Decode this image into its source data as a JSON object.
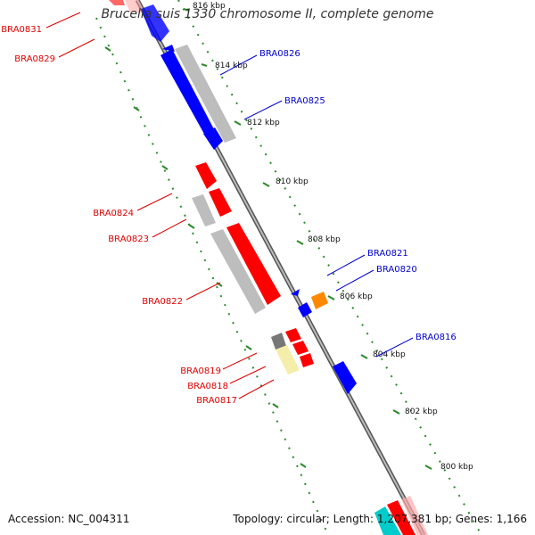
{
  "title": "Brucella suis 1330 chromosome II, complete genome",
  "accession": "Accession: NC_004311",
  "topology": "Topology: circular; Length: 1,207,381 bp; Genes: 1,166",
  "ticks": [
    "816 kbp",
    "814 kbp",
    "812 kbp",
    "810 kbp",
    "808 kbp",
    "806 kbp",
    "804 kbp",
    "802 kbp",
    "800 kbp"
  ],
  "genes_left": [
    "BRA0831",
    "BRA0829",
    "BRA0824",
    "BRA0823",
    "BRA0822",
    "BRA0819",
    "BRA0818",
    "BRA0817"
  ],
  "genes_right": [
    "BRA0826",
    "BRA0825",
    "BRA0821",
    "BRA0820",
    "BRA0816"
  ],
  "colors": {
    "forward": "#ff0000",
    "reverse": "#0000ff",
    "rna": "#ff8800",
    "pseudo": "#bdbdbd",
    "other": "#f5eeaa",
    "tick": "#2a8a2a",
    "left_label": "#dd0000",
    "right_label": "#0000cc"
  }
}
